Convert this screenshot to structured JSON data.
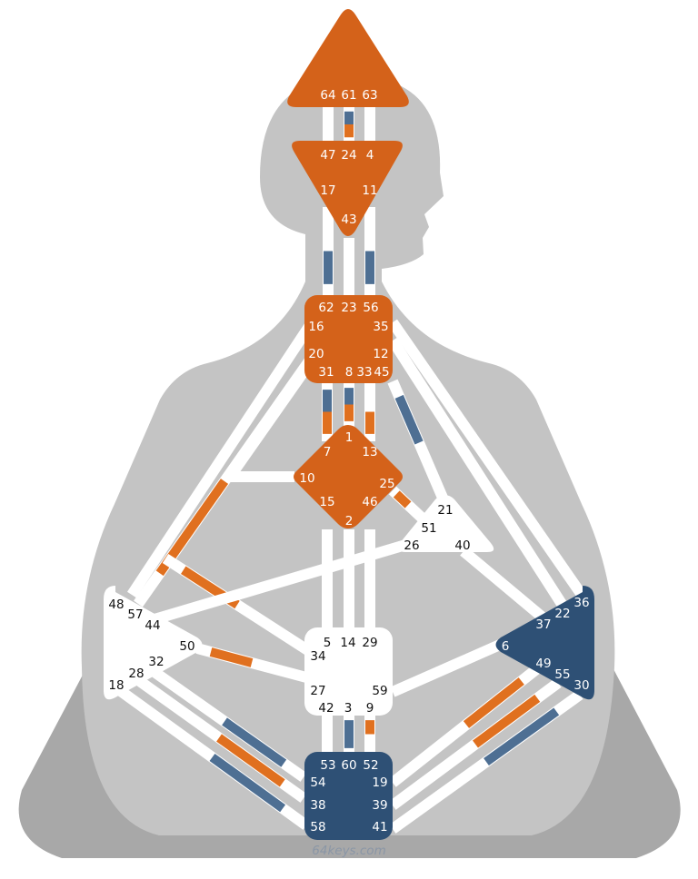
{
  "watermark": "64keys.com",
  "colors": {
    "background": "#ffffff",
    "outer_body": "#a8a8a8",
    "inner_body": "#c4c4c4",
    "channel_inactive": "#ffffff",
    "activation_orange": "#e0701f",
    "activation_blue": "#4e6f93",
    "center_orange": "#d4621a",
    "center_blue": "#2e5075",
    "center_white": "#ffffff"
  },
  "centers": [
    {
      "id": "head",
      "name": "Head",
      "state": "orange",
      "gates": [
        "64",
        "61",
        "63"
      ]
    },
    {
      "id": "ajna",
      "name": "Ajna",
      "state": "orange",
      "gates": [
        "47",
        "24",
        "4",
        "17",
        "11",
        "43"
      ]
    },
    {
      "id": "throat",
      "name": "Throat",
      "state": "orange",
      "gates": [
        "62",
        "23",
        "56",
        "16",
        "35",
        "20",
        "12",
        "31",
        "8",
        "33",
        "45"
      ]
    },
    {
      "id": "g",
      "name": "G",
      "state": "orange",
      "gates": [
        "1",
        "7",
        "13",
        "10",
        "25",
        "15",
        "46",
        "2"
      ]
    },
    {
      "id": "ego",
      "name": "Heart",
      "state": "white",
      "gates": [
        "21",
        "51",
        "26",
        "40"
      ]
    },
    {
      "id": "spleen",
      "name": "Spleen",
      "state": "white",
      "gates": [
        "48",
        "57",
        "44",
        "50",
        "32",
        "28",
        "18"
      ]
    },
    {
      "id": "sacral",
      "name": "Sacral",
      "state": "white",
      "gates": [
        "5",
        "14",
        "29",
        "34",
        "27",
        "59",
        "42",
        "3",
        "9"
      ]
    },
    {
      "id": "solar",
      "name": "Solar Plexus",
      "state": "blue",
      "gates": [
        "36",
        "22",
        "37",
        "6",
        "49",
        "55",
        "30"
      ]
    },
    {
      "id": "root",
      "name": "Root",
      "state": "blue",
      "gates": [
        "53",
        "60",
        "52",
        "54",
        "19",
        "38",
        "39",
        "58",
        "41"
      ]
    }
  ],
  "activations": [
    {
      "gate": "61",
      "color": "blue"
    },
    {
      "gate": "24",
      "color": "orange"
    },
    {
      "gate": "62",
      "color": "blue"
    },
    {
      "gate": "56",
      "color": "blue"
    },
    {
      "gate": "31",
      "color": "blue"
    },
    {
      "gate": "8",
      "color": "blue"
    },
    {
      "gate": "45",
      "color": "blue"
    },
    {
      "gate": "1",
      "color": "orange"
    },
    {
      "gate": "7",
      "color": "orange"
    },
    {
      "gate": "13",
      "color": "orange"
    },
    {
      "gate": "25",
      "color": "orange"
    },
    {
      "gate": "57",
      "color": "orange"
    },
    {
      "gate": "50",
      "color": "orange"
    },
    {
      "gate": "3",
      "color": "blue"
    },
    {
      "gate": "9",
      "color": "orange"
    },
    {
      "gate": "60",
      "color": "blue"
    },
    {
      "gate": "54",
      "color": "blue"
    },
    {
      "gate": "38",
      "color": "orange"
    },
    {
      "gate": "58",
      "color": "blue"
    },
    {
      "gate": "49",
      "color": "orange"
    },
    {
      "gate": "55",
      "color": "orange"
    },
    {
      "gate": "30",
      "color": "blue"
    }
  ]
}
